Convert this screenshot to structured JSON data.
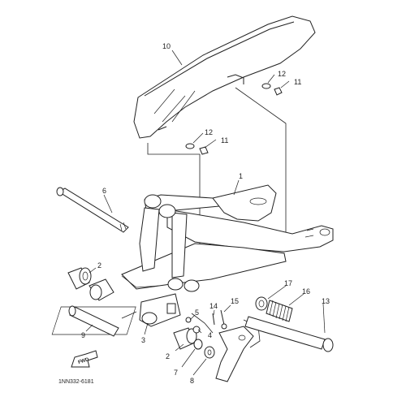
{
  "callouts": {
    "c1": "1",
    "c2a": "2",
    "c2b": "2",
    "c3": "3",
    "c4": "4",
    "c5": "5",
    "c6": "6",
    "c7": "7",
    "c8": "8",
    "c9": "9",
    "c10": "10",
    "c11a": "11",
    "c11b": "11",
    "c12a": "12",
    "c12b": "12",
    "c13": "13",
    "c14": "14",
    "c15": "15",
    "c16": "16",
    "c17": "17"
  },
  "fwd_label": "FWD",
  "diagram_code": "1NN332-6181"
}
